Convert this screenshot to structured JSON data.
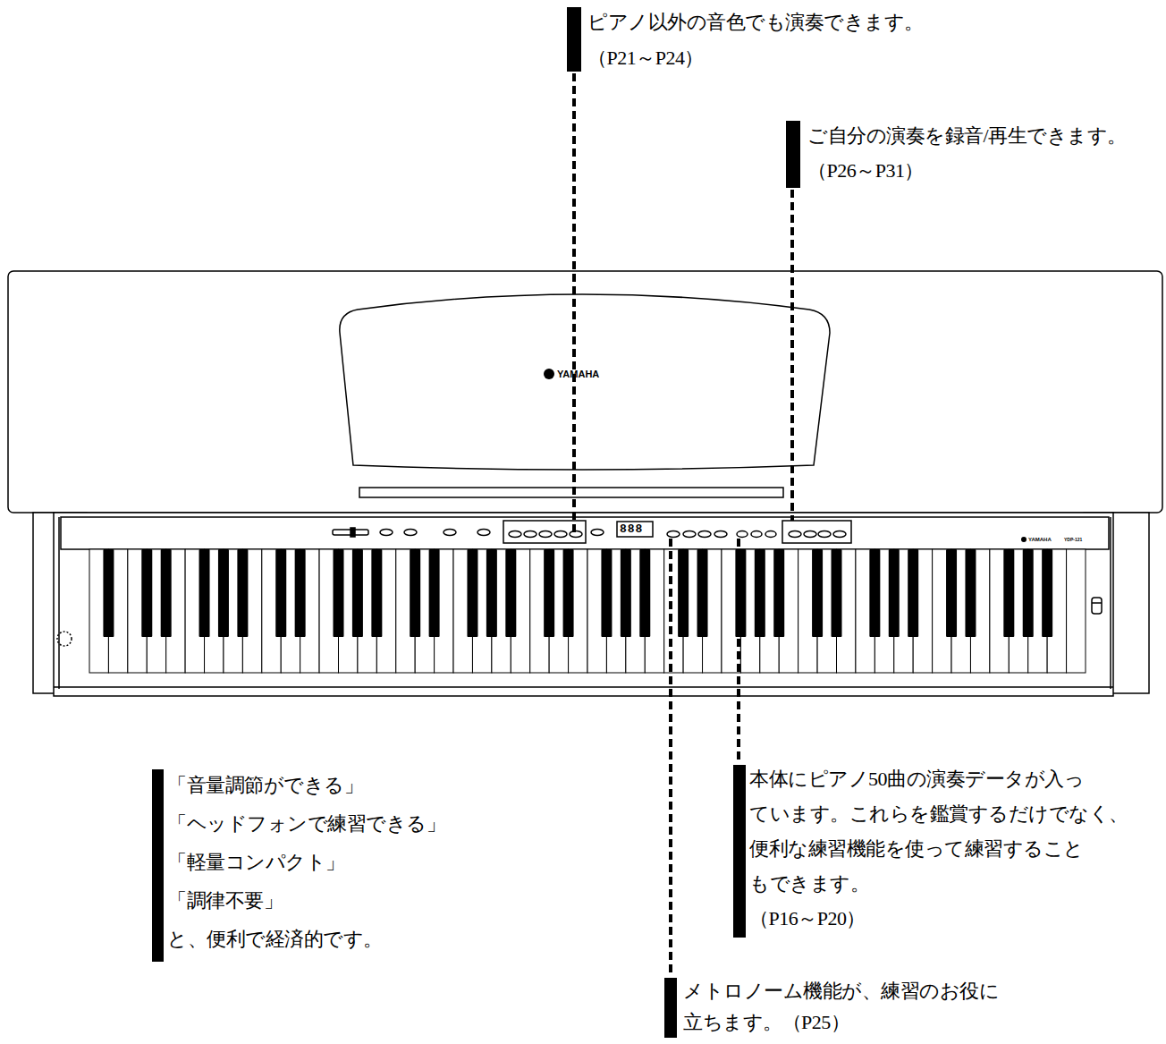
{
  "diagram": {
    "labels": [
      "ピアノ以外の音色でも演奏できます。 （P21～P24）",
      "ご自分の演奏を録音/再生できます。 （P26～P31）",
      "「音量調節ができる」 「ヘッドフォンで練習できる」 「軽量コンパクト」 「調律不要」 と、便利で経済的です。",
      "本体にピアノ50曲の演奏データが入っ ています。これらを鑑賞するだけでなく、 便利な練習機能を使って練習すること もできます。 （P16～P20）",
      "メトロノーム機能が、練習のお役に 立ちます。（P25）",
      "YAMAHA",
      "YAMAHA",
      "YDP-121",
      "888"
    ]
  }
}
